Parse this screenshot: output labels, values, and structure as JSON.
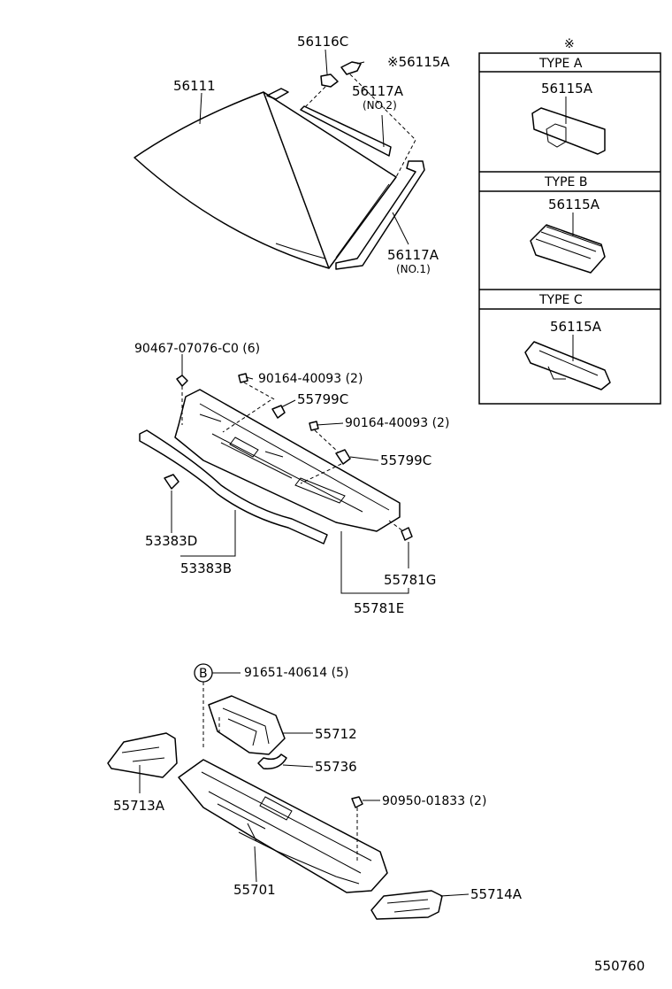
{
  "labels": {
    "p56116C": "56116C",
    "p56115A_main": "※56115A",
    "p56111": "56111",
    "p56117A_no2": "56117A",
    "no2": "(NO.2)",
    "p56117A_no1": "56117A",
    "no1": "(NO.1)",
    "p90467": "90467-07076-C0 (6)",
    "p90164_a": "90164-40093 (2)",
    "p55799C_a": "55799C",
    "p90164_b": "90164-40093 (2)",
    "p55799C_b": "55799C",
    "p53383D": "53383D",
    "p53383B": "53383B",
    "p55781G": "55781G",
    "p55781E": "55781E",
    "circle_b": "B",
    "p91651": "91651-40614 (5)",
    "p55712": "55712",
    "p55736": "55736",
    "p55713A": "55713A",
    "p90950": "90950-01833 (2)",
    "p55701": "55701",
    "p55714A": "55714A"
  },
  "inset": {
    "note_mark": "※",
    "type_a": {
      "title": "TYPE    A",
      "part": "56115A"
    },
    "type_b": {
      "title": "TYPE    B",
      "part": "56115A"
    },
    "type_c": {
      "title": "TYPE    C",
      "part": "56115A"
    }
  },
  "diagram_id": "550760"
}
